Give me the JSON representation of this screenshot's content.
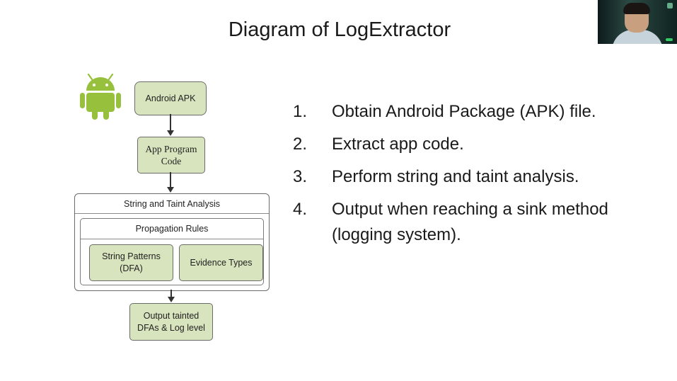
{
  "slide": {
    "title": "Diagram of LogExtractor"
  },
  "diagram": {
    "android_apk": "Android APK",
    "app_program_code": [
      "App Program",
      "Code"
    ],
    "string_taint_analysis": "String and Taint Analysis",
    "propagation_rules": "Propagation Rules",
    "string_patterns": [
      "String Patterns",
      "(DFA)"
    ],
    "evidence_types": "Evidence Types",
    "output": [
      "Output tainted",
      "DFAs & Log level"
    ]
  },
  "steps": [
    {
      "num": "1.",
      "text": "Obtain Android Package (APK) file."
    },
    {
      "num": "2.",
      "text": "Extract app code."
    },
    {
      "num": "3.",
      "text": "Perform string and taint analysis."
    },
    {
      "num": "4.",
      "text": "Output when reaching a sink method (logging system)."
    }
  ],
  "colors": {
    "box_fill": "#d8e4bd",
    "android_green": "#97c03d"
  },
  "icons": {
    "android": "android-robot-icon"
  }
}
